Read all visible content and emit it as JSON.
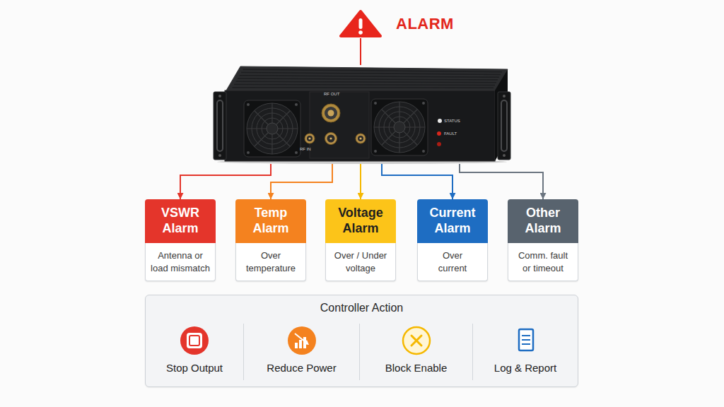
{
  "diagram": {
    "nodes": [
      {
        "text": [
          "ALARM"
        ]
      },
      {
        "text": [
          "RF OUT",
          "RF IN",
          "STATUS",
          "FAULT"
        ]
      },
      {
        "text": [
          "VSWR Alarm",
          "Antenna or load mismatch"
        ]
      },
      {
        "text": [
          "Temp Alarm",
          "Over temperature"
        ]
      },
      {
        "text": [
          "Voltage Alarm",
          "Over / Under voltage"
        ]
      },
      {
        "text": [
          "Current Alarm",
          "Over current"
        ]
      },
      {
        "text": [
          "Other Alarm",
          "Comm. fault or timeout"
        ]
      },
      {
        "text": [
          "Controller Action"
        ]
      },
      {
        "text": [
          "Stop Output"
        ],
        "in": 7
      },
      {
        "text": [
          "Reduce Power"
        ],
        "in": 7
      },
      {
        "text": [
          "Block Enable"
        ],
        "in": 7
      },
      {
        "text": [
          "Log & Report"
        ],
        "in": 7
      }
    ],
    "edges": [
      {
        "from": 0,
        "to": 1,
        "arrow": "none"
      },
      {
        "from": 1,
        "to": 2,
        "arrow": "to"
      },
      {
        "from": 1,
        "to": 3,
        "arrow": "to"
      },
      {
        "from": 1,
        "to": 4,
        "arrow": "to"
      },
      {
        "from": 1,
        "to": 5,
        "arrow": "to"
      },
      {
        "from": 1,
        "to": 6,
        "arrow": "to"
      }
    ]
  }
}
